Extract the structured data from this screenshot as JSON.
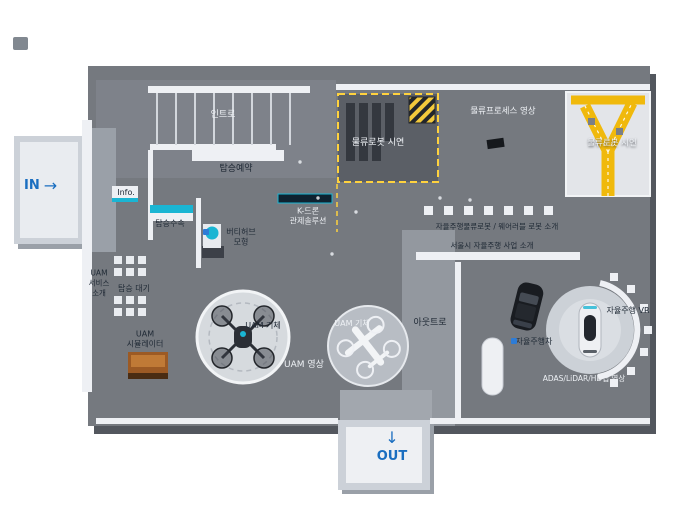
{
  "palette": {
    "floor": "#75797f",
    "floor_shadow": "#53575e",
    "corridor_light": "#93989f",
    "wall_white": "#eef0f4",
    "accent_teal": "#1ab5d3",
    "accent_yellow": "#f0b90c",
    "hazard_yellow": "#f3c93c",
    "inout_blue": "#1a6ec0",
    "label_dark": "#202a36",
    "label_light": "#eef1f5",
    "simulator_brown": "#9c5a24"
  },
  "entrances": {
    "in_label": "IN",
    "in_arrow": "→",
    "out_label": "OUT",
    "out_arrow": "↓"
  },
  "areas": {
    "intro": "인트로",
    "boarding_reservation": "탑승예약",
    "info_desk": "Info.",
    "boarding_checkin": "탑승수속",
    "vertihub_model": "버티허브\n모형",
    "uam_service_intro": "UAM\n서비스\n소개",
    "boarding_wait": "탑승 대기",
    "uam_simulator": "UAM\n시뮬레이터",
    "uam_aircraft_1": "UAM 기체",
    "uam_aircraft_2": "UAM 기체",
    "uam_video": "UAM 영상",
    "kdrone_control": "K-드론\n관제솔루션",
    "logistics_robot_demo_center": "물류로봇 시연",
    "logistics_process_video": "물류프로세스 영상",
    "logistics_robot_demo_right": "물류로봇 시연",
    "autonomous_logistics_wearable_intro": "자율주행물류로봇 / 웨어러블 로봇 소개",
    "seoul_autonomous_business_intro": "서울시 자율주행 사업 소개",
    "outro": "아웃트로",
    "autonomous_car": "자율주행차",
    "autonomous_vr": "자율주행 VR",
    "adas_lidar_video": "ADAS/LiDAR/HD맵 영상"
  }
}
